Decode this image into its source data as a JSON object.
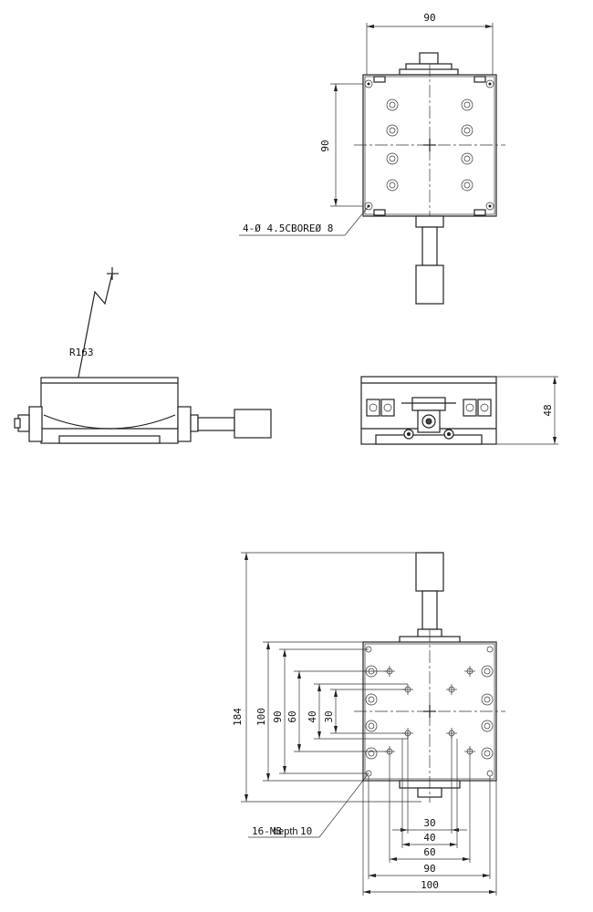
{
  "top_view": {
    "width_dim": "90",
    "height_dim": "90",
    "hole_note": "4-Ø 4.5CBOREØ 8"
  },
  "side_view": {
    "radius_label": "R163"
  },
  "front_view": {
    "height_dim": "48"
  },
  "bottom_view": {
    "overall_height": "184",
    "vertical_dims": [
      "100",
      "90",
      "60",
      "40",
      "30"
    ],
    "horizontal_dims": [
      "30",
      "40",
      "60",
      "90",
      "100"
    ],
    "tapped_note_prefix": "16-M3",
    "tapped_note_depth": "depth",
    "tapped_note_value": "10"
  }
}
